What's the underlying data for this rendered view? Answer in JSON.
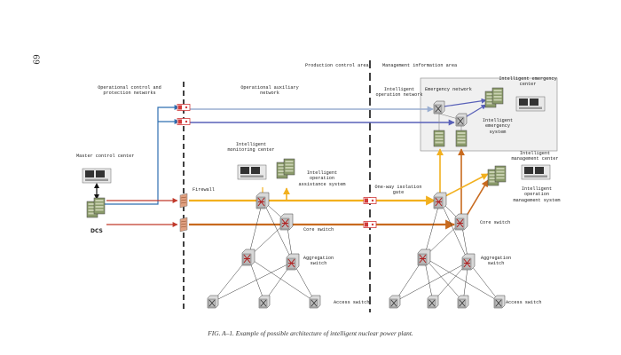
{
  "page_number": "69",
  "areas": {
    "production_control": "Production control area",
    "management_information": "Management information area"
  },
  "zones": {
    "operational_control": "Operational control and\nprotection networks",
    "operational_auxiliary": "Operational auxiliary\nnetwork",
    "intelligent_operation": "Intelligent\noperation network"
  },
  "labels": {
    "master_control_center": "Master control center",
    "dcs": "DCS",
    "firewall": "Firewall",
    "intelligent_monitoring_center": "Intelligent\nmonitoring center",
    "intelligent_operation_assistance": "Intelligent\noperation\nassistance system",
    "one_way_isolation_gate": "One-way isolation\ngate",
    "core_switch_left": "Core switch",
    "core_switch_right": "Core switch",
    "aggregation_switch_left": "Aggregation\nswitch",
    "aggregation_switch_right": "Aggregation\nswitch",
    "access_switch_left": "Access switch",
    "access_switch_right": "Access switch",
    "emergency_network": "Emergency network",
    "intelligent_emergency_center": "Intelligent emergency\ncenter",
    "intelligent_emergency_system": "Intelligent\nemergency\nsystem",
    "intelligent_management_center": "Intelligent\nmanagement center",
    "intelligent_operation_management": "Intelligent\noperation\nmanagement system"
  },
  "caption": "FIG. A–1.  Example of possible architecture of intelligent nuclear power plant.",
  "colors": {
    "blue": "#2e6fb0",
    "red": "#c0392b",
    "yellow": "#f2b01e",
    "orange": "#c86a1e",
    "light_blue": "#9aaed0",
    "purple_blue": "#5860b8",
    "gate_red": "#d23a3a",
    "server_green": "#8a9a6a"
  }
}
